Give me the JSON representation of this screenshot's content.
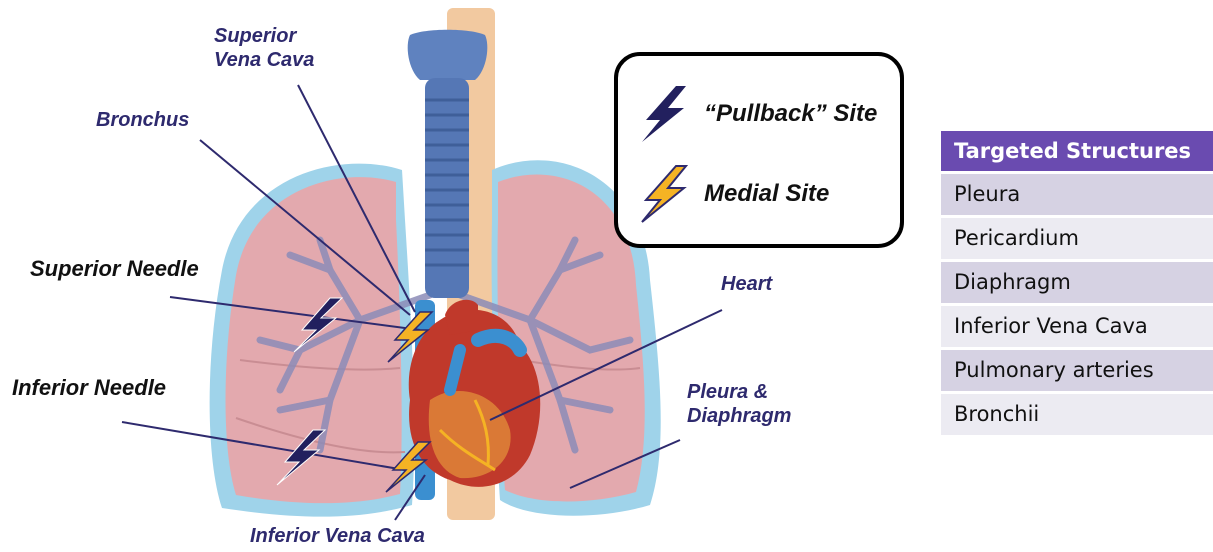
{
  "labels": {
    "superior_vena_cava_line1": "Superior",
    "superior_vena_cava_line2": "Vena Cava",
    "bronchus": "Bronchus",
    "superior_needle": "Superior Needle",
    "inferior_needle": "Inferior Needle",
    "heart": "Heart",
    "pleura_line1": "Pleura &",
    "pleura_line2": "Diaphragm",
    "inferior_vena_cava": "Inferior Vena Cava"
  },
  "legend": {
    "pullback": "“Pullback” Site",
    "medial": "Medial Site"
  },
  "table": {
    "header": "Targeted Structures",
    "rows": [
      "Pleura",
      "Pericardium",
      "Diaphragm",
      "Inferior Vena Cava",
      "Pulmonary arteries",
      "Bronchii"
    ]
  },
  "colors": {
    "pullback_bolt": "#22205e",
    "medial_bolt": "#f5b324",
    "label_blue": "#2e2a6e",
    "table_header": "#6a4bb0",
    "lung_outer": "#9fd3ea",
    "lung_inner": "#e3a9ae",
    "trachea": "#5577b5",
    "esophagus": "#f2c9a0",
    "heart": "#c0392b"
  },
  "icons": [
    "pullback-bolt-icon",
    "medial-bolt-icon"
  ]
}
